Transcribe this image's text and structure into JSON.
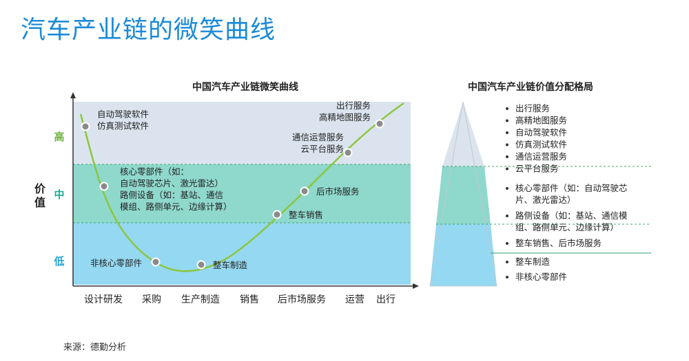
{
  "slide_title": "汽车产业链的微笑曲线",
  "source": "来源：德勤分析",
  "colors": {
    "title": "#1a8ad8",
    "high_band": "#dbe4ee",
    "mid_band": "#8fd8cc",
    "low_band": "#95d8f2",
    "curve": "#8cc63f",
    "label_high": "#6db33f",
    "label_mid": "#1aab9b",
    "label_low": "#1ea5d8",
    "marker": "#8a8a8a"
  },
  "chart_data": [
    {
      "type": "line",
      "title": "中国汽车产业链微笑曲线",
      "ylabel": "价值",
      "y_levels": [
        "高",
        "中",
        "低"
      ],
      "categories": [
        "设计研发",
        "采购",
        "生产制造",
        "销售",
        "后市场服务",
        "运营",
        "出行"
      ],
      "points": [
        {
          "lines": [
            "自动驾驶软件",
            "仿真测试软件"
          ],
          "level": "高"
        },
        {
          "lines": [
            "核心零部件（如：",
            "自动驾驶芯片、激光雷达）",
            "路侧设备（如：基站、通信",
            "模组、路侧单元、边缘计算）"
          ],
          "level": "中"
        },
        {
          "lines": [
            "非核心零部件"
          ],
          "level": "低"
        },
        {
          "lines": [
            "整车制造"
          ],
          "level": "低"
        },
        {
          "lines": [
            "整车销售"
          ],
          "level": "中"
        },
        {
          "lines": [
            "后市场服务"
          ],
          "level": "中"
        },
        {
          "lines": [
            "通信运营服务",
            "云平台服务"
          ],
          "level": "高"
        },
        {
          "lines": [
            "出行服务",
            "高精地图服务"
          ],
          "level": "高"
        }
      ]
    },
    {
      "type": "pyramid",
      "title": "中国汽车产业链价值分配格局",
      "tiers": [
        {
          "level": "高",
          "items": [
            "出行服务",
            "高精地图服务",
            "自动驾驶软件",
            "仿真测试软件",
            "通信运营服务",
            "云平台服务"
          ]
        },
        {
          "level": "中",
          "items": [
            [
              "核心零部件（如：自动驾驶芯",
              "片、激光雷达）"
            ],
            [
              "路侧设备（如：基站、通信模",
              "组、路侧单元、边缘计算）"
            ],
            [
              "整车销售、后市场服务"
            ]
          ]
        },
        {
          "level": "低",
          "items": [
            "整车制造",
            "非核心零部件"
          ]
        }
      ]
    }
  ]
}
